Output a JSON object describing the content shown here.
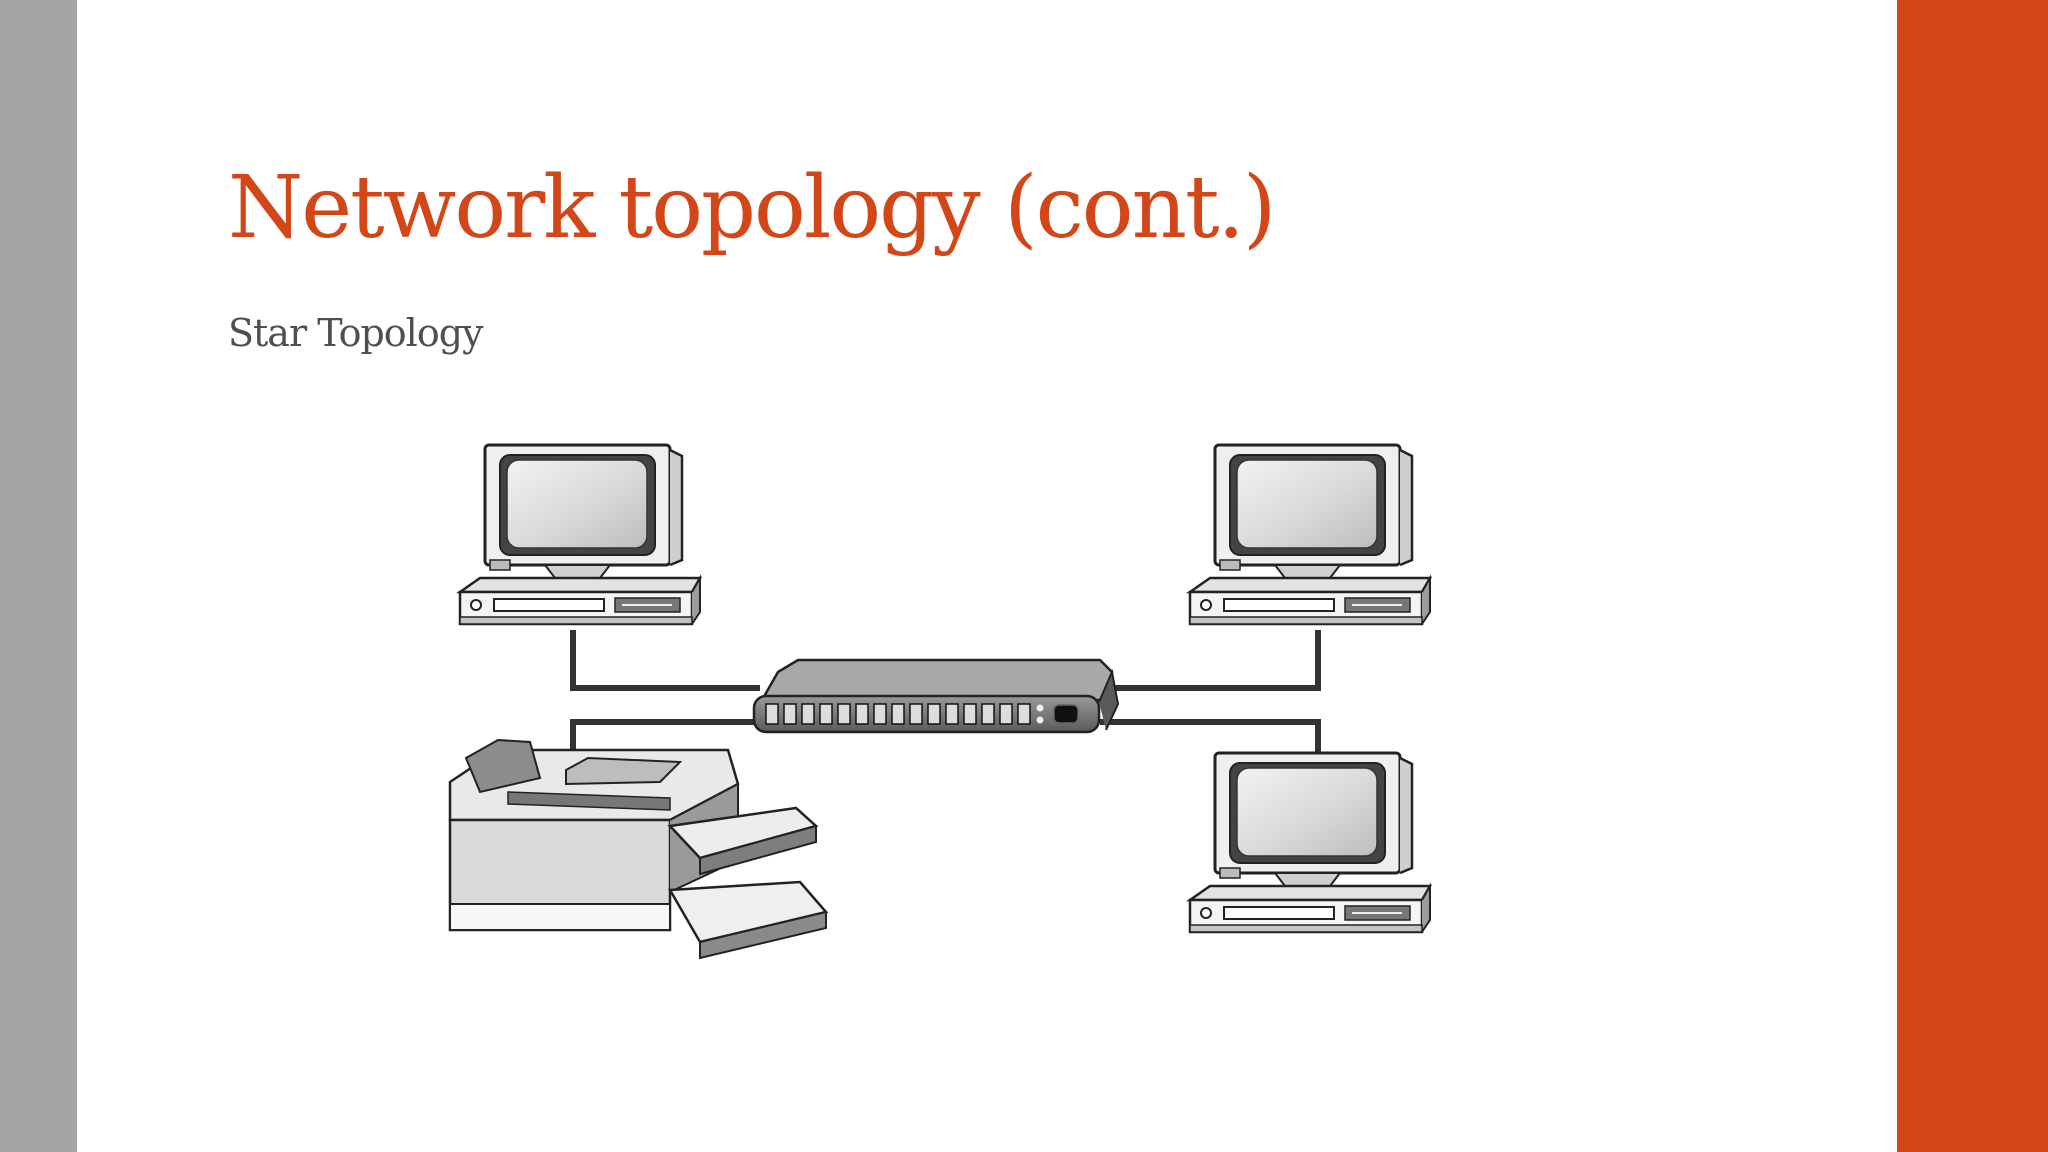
{
  "slide": {
    "title": "Network topology (cont.)",
    "subtitle": "Star Topology"
  },
  "colors": {
    "accent": "#d24618",
    "left_bar": "#a6a3a3",
    "subtitle_text": "#4f4f4f",
    "background": "#ffffff"
  },
  "diagram": {
    "nodes": [
      {
        "name": "computer",
        "icon": "desktop-computer-icon"
      },
      {
        "name": "computer",
        "icon": "desktop-computer-icon"
      },
      {
        "name": "computer",
        "icon": "desktop-computer-icon"
      },
      {
        "name": "printer",
        "icon": "printer-icon"
      }
    ],
    "hub": {
      "icon": "network-hub-icon"
    }
  }
}
